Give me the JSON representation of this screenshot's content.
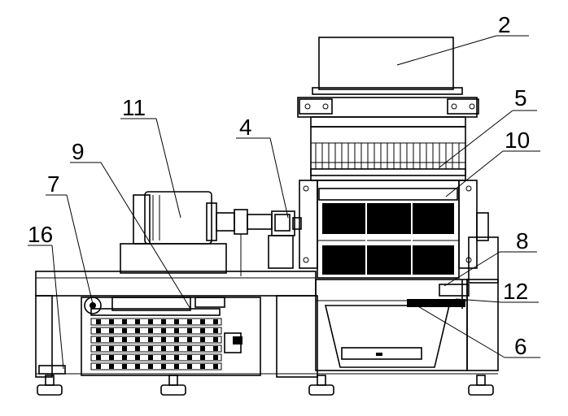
{
  "callouts": [
    {
      "id": "c2",
      "text": "2"
    },
    {
      "id": "c5",
      "text": "5"
    },
    {
      "id": "c10",
      "text": "10"
    },
    {
      "id": "c11",
      "text": "11"
    },
    {
      "id": "c4",
      "text": "4"
    },
    {
      "id": "c9",
      "text": "9"
    },
    {
      "id": "c7",
      "text": "7"
    },
    {
      "id": "c16",
      "text": "16"
    },
    {
      "id": "c8",
      "text": "8"
    },
    {
      "id": "c12",
      "text": "12"
    },
    {
      "id": "c6",
      "text": "6"
    }
  ]
}
